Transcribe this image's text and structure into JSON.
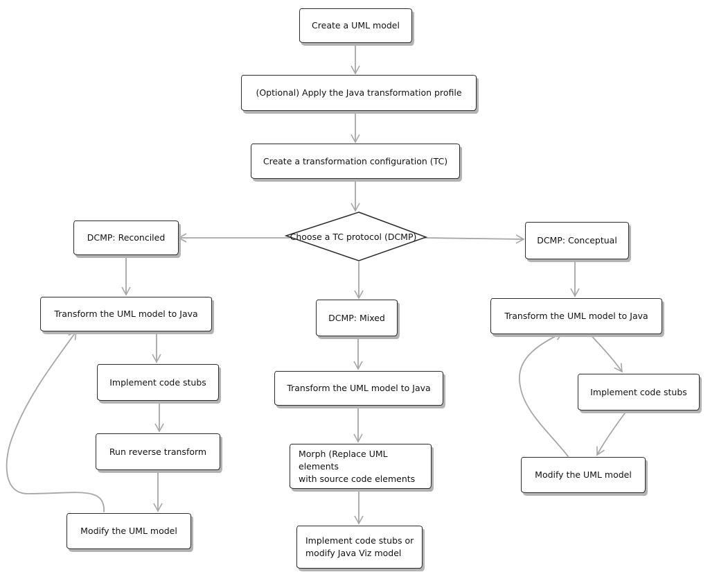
{
  "nodes": {
    "create_model": "Create a UML model",
    "apply_profile": "(Optional) Apply the Java transformation profile",
    "create_tc": "Create a transformation configuration (TC)",
    "choose_protocol": "Choose a TC protocol (DCMP)",
    "reconciled": {
      "title": "DCMP: Reconciled",
      "transform": "Transform the UML model to Java",
      "implement": "Implement code stubs",
      "reverse": "Run reverse transform",
      "modify": "Modify the UML model"
    },
    "mixed": {
      "title": "DCMP: Mixed",
      "transform": "Transform the UML model to Java",
      "morph_line1": "Morph (Replace UML elements",
      "morph_line2": "with source code elements",
      "implement_line1": "Implement code stubs or",
      "implement_line2": "modify Java Viz model"
    },
    "conceptual": {
      "title": "DCMP: Conceptual",
      "transform": "Transform the UML model to Java",
      "implement": "Implement code stubs",
      "modify": "Modify the UML model"
    }
  }
}
